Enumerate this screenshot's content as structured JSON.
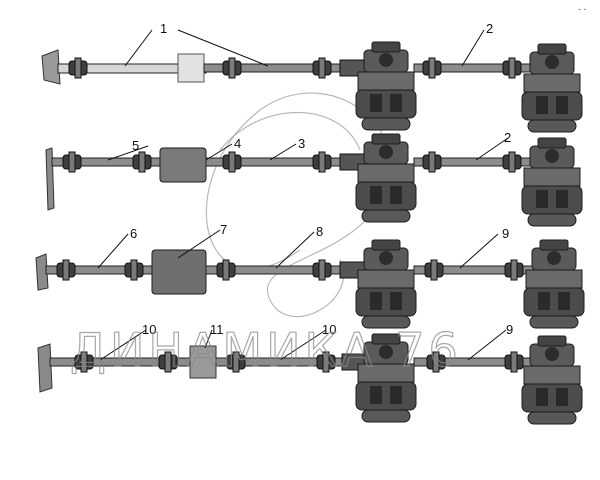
{
  "callouts": {
    "c1": "1",
    "c2a": "2",
    "c2b": "2",
    "c3": "3",
    "c4": "4",
    "c5": "5",
    "c6": "6",
    "c7": "7",
    "c8": "8",
    "c9a": "9",
    "c9b": "9",
    "c10a": "10",
    "c10b": "10",
    "c11": "11"
  },
  "watermark": {
    "text": "ДИНАМИКА 76"
  },
  "corner_mark": "- -"
}
